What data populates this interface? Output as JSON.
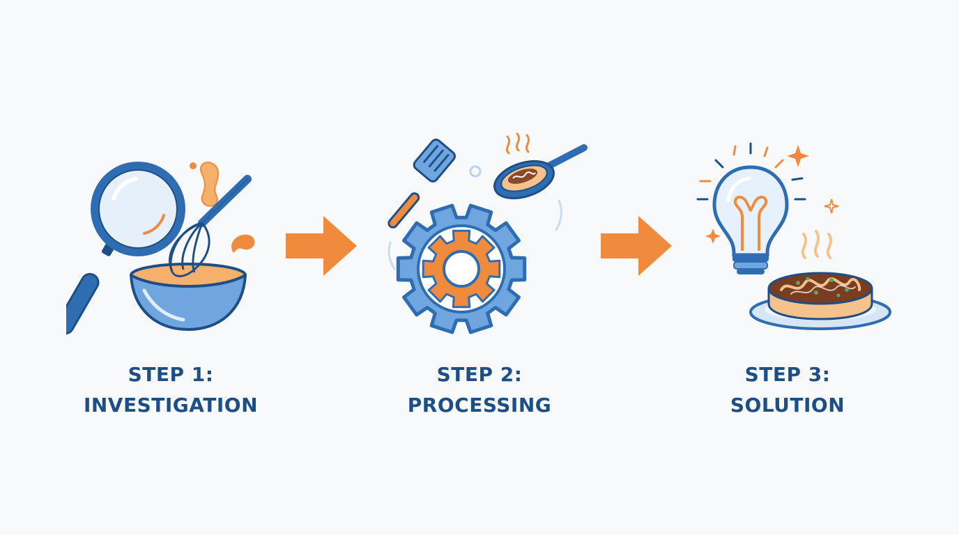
{
  "colors": {
    "primary_blue": "#2f6db3",
    "light_blue": "#7fb2e5",
    "pale_blue": "#d4e6f7",
    "accent_orange": "#f08a3c",
    "text_navy": "#1d4f86",
    "background": "#f8f9fa"
  },
  "steps": [
    {
      "line1": "STEP 1:",
      "line2": "INVESTIGATION",
      "icon": "magnifier-whisk-bowl"
    },
    {
      "line1": "STEP 2:",
      "line2": "PROCESSING",
      "icon": "gear-spatula-pan"
    },
    {
      "line1": "STEP 3:",
      "line2": "SOLUTION",
      "icon": "lightbulb-okonomiyaki"
    }
  ]
}
